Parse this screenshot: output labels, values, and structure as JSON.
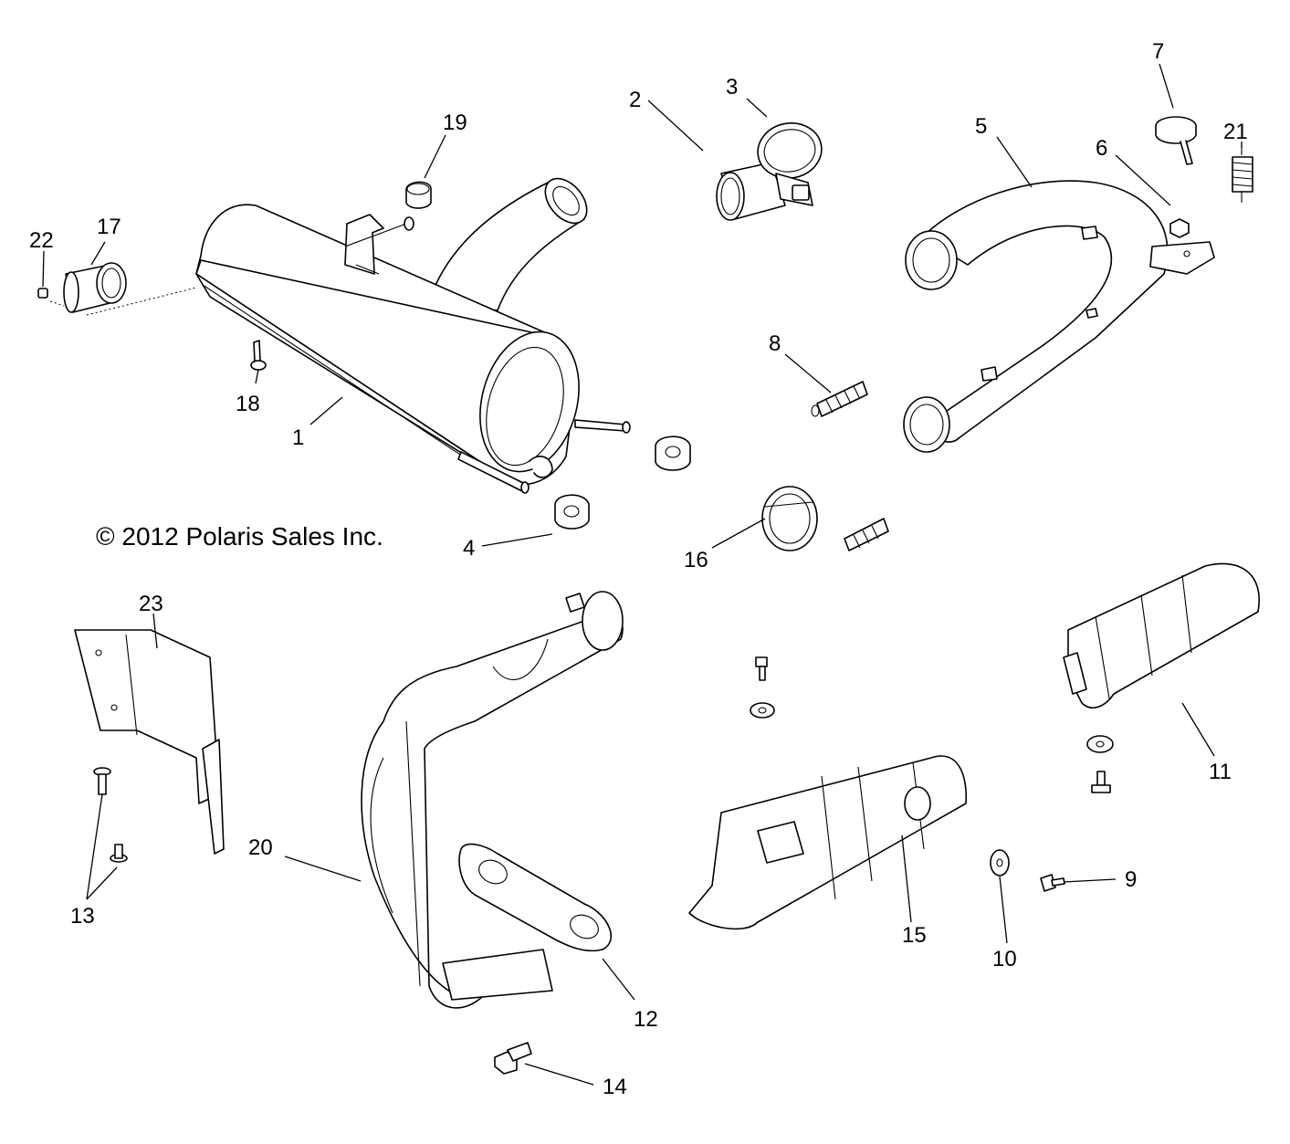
{
  "copyright": "© 2012 Polaris Sales Inc.",
  "callouts": [
    "1",
    "2",
    "3",
    "4",
    "5",
    "6",
    "7",
    "8",
    "9",
    "10",
    "11",
    "12",
    "13",
    "14",
    "15",
    "16",
    "17",
    "18",
    "19",
    "20",
    "21",
    "22",
    "23"
  ]
}
